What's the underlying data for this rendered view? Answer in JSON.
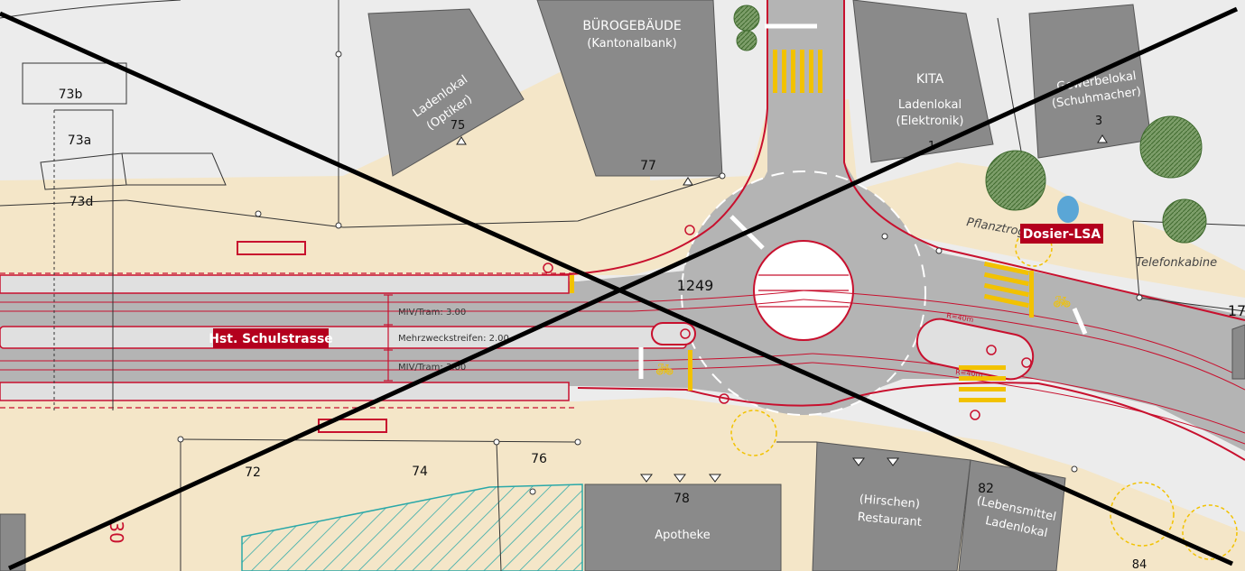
{
  "buildings": {
    "buerogebaeude": {
      "name": "BÜROGEBÄUDE",
      "sub": "(Kantonalbank)"
    },
    "kita": {
      "name": "KITA",
      "sub1": "Ladenlokal",
      "sub2": "(Elektronik)"
    },
    "gewerbelokal": {
      "name": "Gewerbelokal",
      "sub": "(Schuhmacher)",
      "number": "3"
    },
    "ladenlokal_optiker": {
      "name": "Ladenlokal",
      "sub": "(Optiker)",
      "number": "75"
    },
    "apotheke": {
      "name": "Apotheke",
      "number": "78"
    },
    "hirschen": {
      "name": "(Hirschen)",
      "sub": "Restaurant"
    },
    "lebensmittel": {
      "name": "(Lebensmittel",
      "sub": "Ladenlokal",
      "number": "82"
    }
  },
  "parcels": {
    "p73b": "73b",
    "p73a": "73a",
    "p73d": "73d",
    "p77": "77",
    "p72": "72",
    "p74": "74",
    "p76": "76",
    "p1249": "1249",
    "p1": "1",
    "p17": "17",
    "p84": "84"
  },
  "labels": {
    "stop": "Hst. Schulstrasse",
    "dosier": "Dosier-LSA",
    "pflanztrog": "Pflanztrog",
    "telefonkabine": "Telefonkabine",
    "lane_miv_top": "MIV/Tram: 3.00",
    "lane_mehrzweck": "Mehrzweckstreifen: 2.00",
    "lane_miv_bottom": "MIV/Tram: 3.00",
    "radius1": "R=40m",
    "radius2": "R=40m",
    "mark_30": "30"
  },
  "colors": {
    "background": "#ececec",
    "sidewalk": "#f4e6c8",
    "road": "#b4b4b4",
    "building": "#8a8a8a",
    "edge_red": "#c8102e",
    "crossing_yellow": "#f2c200",
    "tree": "#4b7a3a",
    "hatch": "#2aa8a8",
    "label_red": "#b4001e"
  },
  "icons": [
    "tree-icon",
    "traffic-signal-icon",
    "bicycle-icon",
    "entrance-triangle-icon"
  ]
}
